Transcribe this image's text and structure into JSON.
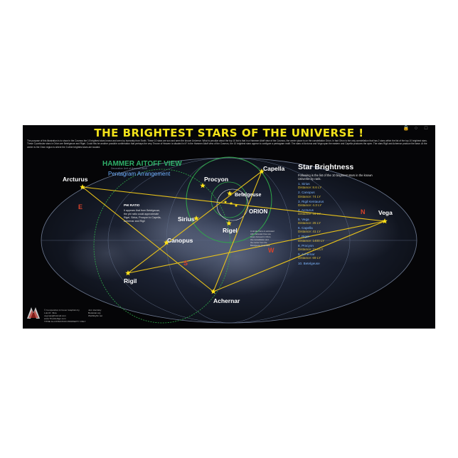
{
  "poster": {
    "title": "THE BRIGHTEST STARS OF THE UNIVERSE !",
    "intro": "The purpose of this illustration is to show in the Cosmos the 10 brightest stars known and seen by humanity from Earth. These 10 stars are sun and seen the known Universe. What is peculiar about the top 10 list is that in a Hammer Aitoff view of the Cosmos, the center place is on the constellation Orion. In fact Orion is the only constellation that has 2 stars within the list of the top 10 brightest stars. These 2 particular stars in Orion are Betelgeuse and Rigel. Could this be another possible confirmation that perhaps the very Throne of Heaven is situated in it? In the Hammer Aitoff view of the Cosmos, the 10 brightest stars appear to configure a pentagram motif. The stars of Arcturus and Vega span the eastern and Capella produces the apex. The stars Rigil and Achernar produce the base. At the center is the Orion region is where the 3 other brightest stars are located.",
    "controls": {
      "lock": "🔒",
      "circle": "○",
      "square": "□"
    }
  },
  "map": {
    "view_title": "HAMMER AITOFF VIEW",
    "view_subtitle": "Decorative Unit of Hammer Aitoff",
    "arrangement": "Pentagram Arrangement",
    "phi_ratio": {
      "heading": "PHI RATIO",
      "body": [
        "It appears that from Betelgeuse,",
        "the phi ratio could approximate",
        "Rigel, Sirius, Procyon to Capella,",
        "Achernar and Rigil"
      ]
    },
    "orion_label": "ORION",
    "orion_note": [
      "A simple frame is animated",
      "with Cartesian lines are",
      "super-focused in Orion,",
      "tha constellation and",
      "the center from the",
      "Betelgeuse properties."
    ],
    "directions": {
      "east": "E",
      "south": "S",
      "north": "N",
      "west": "W"
    },
    "stars": {
      "arcturus": "Arcturus",
      "procyon": "Procyon",
      "capella": "Capella",
      "betelgeuse": "Betelgeuse",
      "sirius": "Sirius",
      "rigel": "Rigel",
      "canopus": "Canopus",
      "rigil": "Rigil",
      "achernar": "Achernar",
      "vega": "Vega"
    },
    "colors": {
      "lines": "#e8c21a",
      "star": "#ffe21a",
      "grid": "#2fa84a",
      "label": "#ffffff",
      "accent": "#6fb0ff",
      "dir": "#d8432a"
    }
  },
  "brightness": {
    "title": "Star Brightness",
    "subtitle": "Following is the list of the 10 brightest stars in the known Universe by rank.",
    "items": [
      {
        "name": "1. Sirius",
        "dist": "Distance: 8.6 LY"
      },
      {
        "name": "2. Canopus",
        "dist": "Distance: 74 LY"
      },
      {
        "name": "3. Rigil Kentaurus",
        "dist": "Distance: 4.3 LY"
      },
      {
        "name": "4. Arcturus",
        "dist": "Distance: 34 LY"
      },
      {
        "name": "5. Vega",
        "dist": "Distance: 25 LY"
      },
      {
        "name": "6. Capella",
        "dist": "Distance: 41 LY"
      },
      {
        "name": "7. Rigel",
        "dist": "Distance: 1400 LY"
      },
      {
        "name": "8. Procyon",
        "dist": "Distance: 11.4 LY"
      },
      {
        "name": "9. Achernar",
        "dist": "Distance: 69 LY"
      },
      {
        "name": "10. Betelgeuse",
        "dist": ""
      }
    ]
  },
  "credits": {
    "left": [
      "© Composition & Cover Graphics by",
      "Luis M. Vilca",
      "vegman@hotmail.com",
      "www.TheLifeSign.com",
      "TITRE ILLUSTRATION PROPERTY ONLY"
    ],
    "right": [
      "Jorn Zenitsky",
      "Bookstar.org",
      "WebSky9n.net"
    ]
  }
}
